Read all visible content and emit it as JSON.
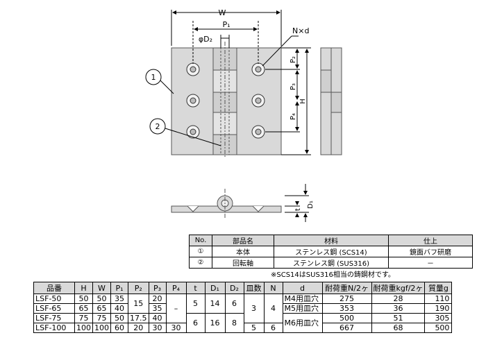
{
  "drawing": {
    "dim_W": "W",
    "dim_P1": "P₁",
    "dim_phiD2": "φD₂",
    "dim_Nxd": "N×d",
    "dim_P2": "P₂",
    "dim_P3": "P₃",
    "dim_P4": "P₄",
    "dim_H": "H",
    "dim_t": "t",
    "dim_D1": "D₁",
    "callout_1": "1",
    "callout_2": "2"
  },
  "parts_table": {
    "headers": [
      "No.",
      "部品名",
      "材料",
      "仕上"
    ],
    "rows": [
      [
        "①",
        "本体",
        "ステンレス鋼 (SCS14)",
        "鏡面バフ研磨"
      ],
      [
        "②",
        "回転軸",
        "ステンレス鋼 (SUS316)",
        "－"
      ]
    ],
    "note": "※SCS14はSUS316相当の鋳鋼材です。"
  },
  "spec_table": {
    "headers": [
      "品番",
      "H",
      "W",
      "P₁",
      "P₂",
      "P₃",
      "P₄",
      "t",
      "D₁",
      "D₂",
      "皿数",
      "N",
      "d",
      "耐荷重N/2ヶ",
      "耐荷重kgf/2ヶ",
      "質量g"
    ],
    "rows": [
      {
        "part": "LSF-50",
        "H": "50",
        "W": "50",
        "P1": "35",
        "P3": "20",
        "load_n": "275",
        "load_kgf": "28",
        "mass": "110"
      },
      {
        "part": "LSF-65",
        "H": "65",
        "W": "65",
        "P1": "40",
        "P3": "35",
        "load_n": "353",
        "load_kgf": "36",
        "mass": "190"
      },
      {
        "part": "LSF-75",
        "H": "75",
        "W": "75",
        "P1": "50",
        "P3": "40",
        "load_n": "500",
        "load_kgf": "51",
        "mass": "305"
      },
      {
        "part": "LSF-100",
        "H": "100",
        "W": "100",
        "P1": "60",
        "P3": "30",
        "load_n": "667",
        "load_kgf": "68",
        "mass": "500"
      }
    ],
    "merged": {
      "P2_small": "15",
      "P2_75": "17.5",
      "P2_100": "20",
      "P4_small": "–",
      "P4_100": "30",
      "t_small": "5",
      "t_large": "6",
      "D1_small": "14",
      "D1_large": "16",
      "D2_small": "6",
      "D2_large": "8",
      "holes_small": "3",
      "holes_100": "5",
      "N_small": "4",
      "N_100": "6",
      "d_50": "M4用皿穴",
      "d_65": "M5用皿穴",
      "d_large": "M6用皿穴"
    }
  }
}
